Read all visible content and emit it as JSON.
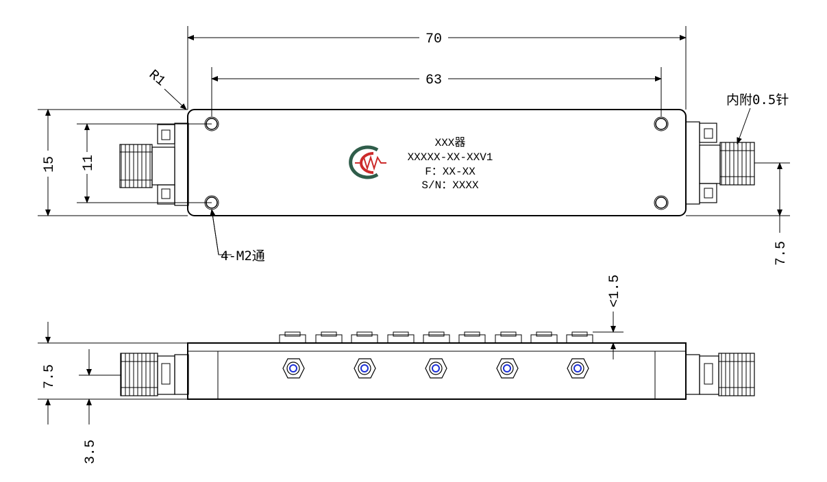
{
  "colors": {
    "line": "#000000",
    "logo_red": "#cc2a2a",
    "logo_green": "#2f5d4a",
    "screw_blue": "#1c2fd6"
  },
  "dimensions": {
    "overall_length": "70",
    "hole_spacing": "63",
    "body_height": "15",
    "hole_height": "11",
    "connector_offset": "7.5",
    "corner_radius": "R1",
    "side_height": "7.5",
    "side_connector_offset": "3.5",
    "tuning_screw_height": "<1.5"
  },
  "notes": {
    "mount_holes": "4-M2通",
    "pin_note": "内附0.5针"
  },
  "label": {
    "line1": "XXX器",
    "line2": "XXXXX-XX-XXV1",
    "line3": "F：XX-XX",
    "line4": "S/N：XXXX"
  },
  "icons": {
    "logo": "company-logo-icon"
  }
}
